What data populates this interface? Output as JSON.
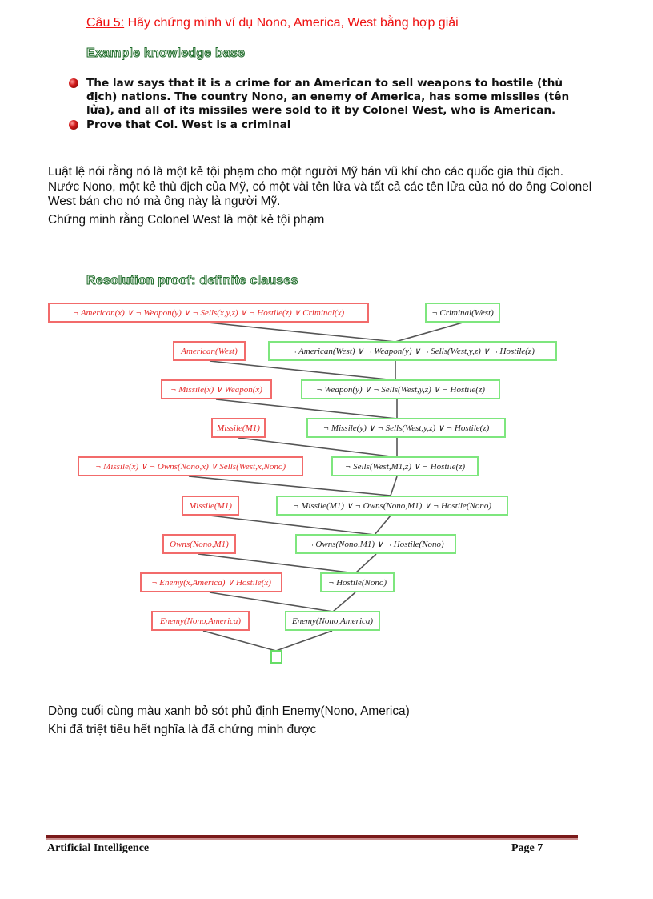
{
  "question": {
    "label": "Câu 5:",
    "text": " Hãy chứng minh ví dụ Nono, America, West bằng hợp giải"
  },
  "kb_title": "Example knowledge base",
  "bullets": [
    "The law says that it is a crime for an American to sell weapons to hostile (thù địch) nations.  The country Nono, an enemy of America, has some missiles (tên lửa), and all of its missiles were sold to it by Colonel West, who is American.",
    "Prove that Col. West is a criminal"
  ],
  "vietnamese": [
    "Luật lệ nói rằng nó là một kẻ tội phạm cho một người Mỹ bán vũ khí cho các quốc gia thù địch. Nước Nono, một kẻ thù địch của Mỹ, có một vài tên lửa và tất cả các tên lửa của nó do ông Colonel West bán cho nó mà ông này là người Mỹ.",
    "Chứng minh rằng Colonel West là một kẻ tội phạm"
  ],
  "proof_title": "Resolution proof: definite clauses",
  "diagram": {
    "colors": {
      "kb_clause": "#e62a2a",
      "kb_border": "#f26b6b",
      "derived_border": "#7ee67e",
      "edge": "#555555"
    },
    "kb_clauses": [
      "¬ American(x)  ∨ ¬ Weapon(y)  ∨ ¬ Sells(x,y,z)   ∨ ¬ Hostile(z)  ∨ Criminal(x)",
      "American(West)",
      "¬ Missile(x)   ∨ Weapon(x)",
      "Missile(M1)",
      "¬ Missile(x)   ∨ ¬ Owns(Nono,x)   ∨ Sells(West,x,Nono)",
      "Missile(M1)",
      "Owns(Nono,M1)",
      "¬ Enemy(x,America)   ∨ Hostile(x)",
      "Enemy(Nono,America)"
    ],
    "derived_clauses": [
      "¬ Criminal(West)",
      "¬ American(West)   ∨ ¬ Weapon(y)   ∨ ¬ Sells(West,y,z)    ∨ ¬ Hostile(z)",
      "¬ Weapon(y)   ∨ ¬ Sells(West,y,z)    ∨ ¬ Hostile(z)",
      "¬ Missile(y)    ∨ ¬ Sells(West,y,z)    ∨ ¬ Hostile(z)",
      "¬ Sells(West,M1,z)    ∨ ¬ Hostile(z)",
      "¬ Missile(M1)   ∨ ¬ Owns(Nono,M1)   ∨ ¬ Hostile(Nono)",
      "¬ Owns(Nono,M1)   ∨ ¬ Hostile(Nono)",
      "¬ Hostile(Nono)",
      "Enemy(Nono,America)"
    ],
    "empty_clause": ""
  },
  "conclusion": [
    "Dòng cuối cùng màu xanh bỏ sót phủ định Enemy(Nono,  America)",
    "Khi đã triệt tiêu hết nghĩa là đã chứng minh được"
  ],
  "footer": {
    "left": "Artificial Intelligence",
    "right": "Page 7"
  }
}
